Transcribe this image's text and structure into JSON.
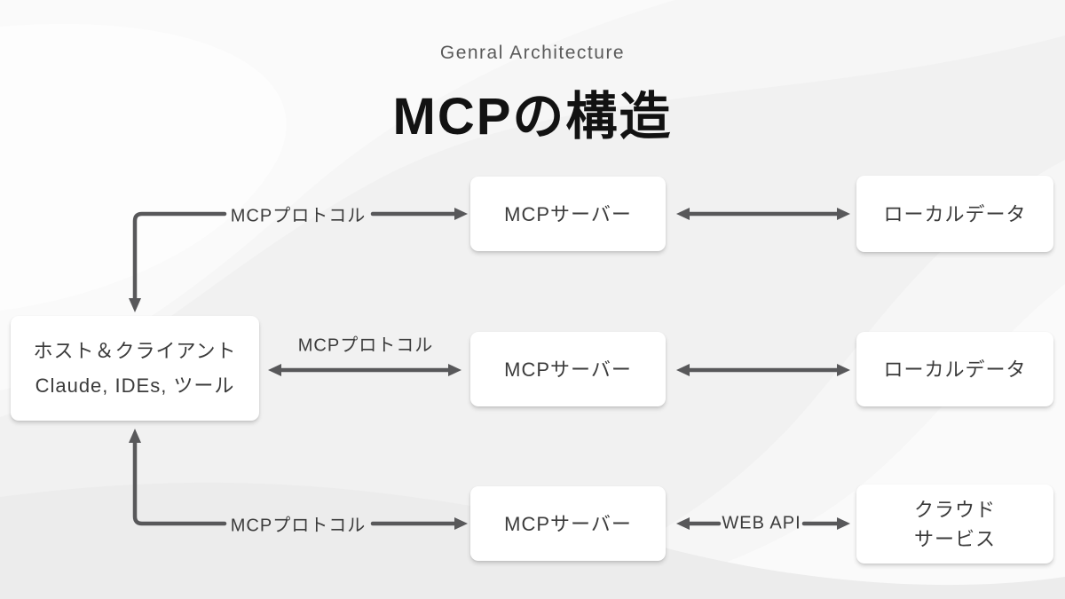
{
  "header": {
    "subtitle": "Genral Architecture",
    "title": "MCPの構造"
  },
  "nodes": {
    "host": {
      "line1": "ホスト＆クライアント",
      "line2": "Claude, IDEs, ツール"
    },
    "server1": {
      "label": "MCPサーバー"
    },
    "server2": {
      "label": "MCPサーバー"
    },
    "server3": {
      "label": "MCPサーバー"
    },
    "data1": {
      "label": "ローカルデータ"
    },
    "data2": {
      "label": "ローカルデータ"
    },
    "cloud": {
      "line1": "クラウド",
      "line2": "サービス"
    }
  },
  "edges": {
    "top_protocol_label": "MCPプロトコル",
    "mid_protocol_label": "MCPプロトコル",
    "bottom_protocol_label": "MCPプロトコル",
    "web_api_label": "WEB API"
  },
  "colors": {
    "arrow": "#58585a",
    "text": "#3b3b3b",
    "box_bg": "#ffffff",
    "background": "#f2f2f2",
    "title": "#121212",
    "subtitle": "#5a5a5a"
  }
}
